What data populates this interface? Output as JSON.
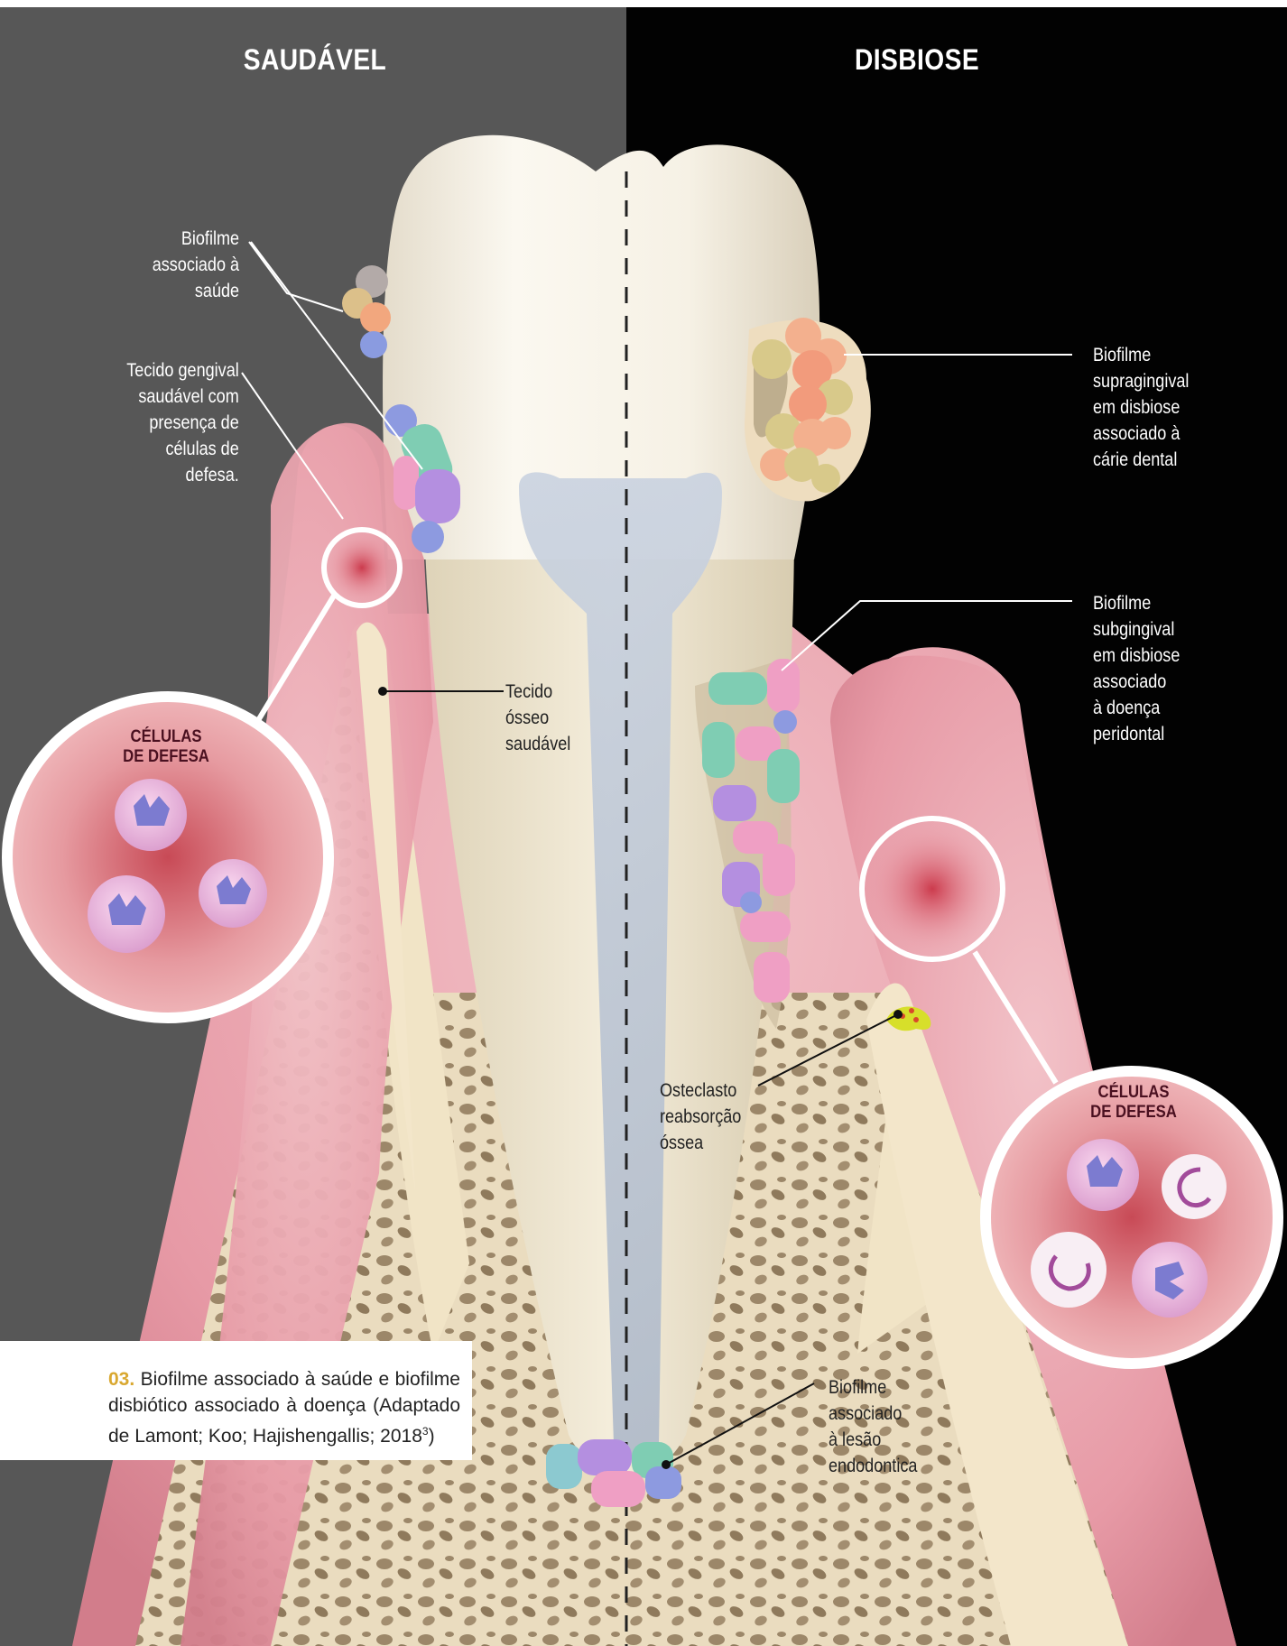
{
  "header": {
    "left": "SAUDÁVEL",
    "right": "DISBIOSE"
  },
  "labels": {
    "biofilm_health": [
      "Biofilme",
      "associado à",
      "saúde"
    ],
    "gingival_tissue": [
      "Tecido gengival",
      "saudável com",
      "presença de",
      "células de",
      "defesa."
    ],
    "bone_healthy": [
      "Tecido",
      "ósseo",
      "saudável"
    ],
    "supragingival": [
      "Biofilme",
      "supragingival",
      "em disbiose",
      "associado à",
      "cárie dental"
    ],
    "subgingival": [
      "Biofilme",
      "subgingival",
      "em disbiose",
      "associado",
      "à doença",
      "peridontal"
    ],
    "osteoclast": [
      "Osteclasto",
      "reabsorção",
      "óssea"
    ],
    "endodontic": [
      "Biofilme",
      "associado",
      "à lesão",
      "endodontica"
    ]
  },
  "zoom_left_title": [
    "CÉLULAS",
    "DE DEFESA"
  ],
  "zoom_right_title": [
    "CÉLULAS",
    "DE DEFESA"
  ],
  "caption": {
    "number": "03.",
    "text": "Biofilme associado à saúde e biofilme disbiótico associado à doença (Adaptado de Lamont; Koo; Hajishengallis; 2018",
    "sup": "3",
    "tail": ")"
  },
  "colors": {
    "left_bg": "#575757",
    "right_bg": "#020202",
    "gum": "#e8a2ad",
    "bone": "#f1e3c8",
    "tooth": "#f3efe4",
    "accent": "#d9a830"
  }
}
